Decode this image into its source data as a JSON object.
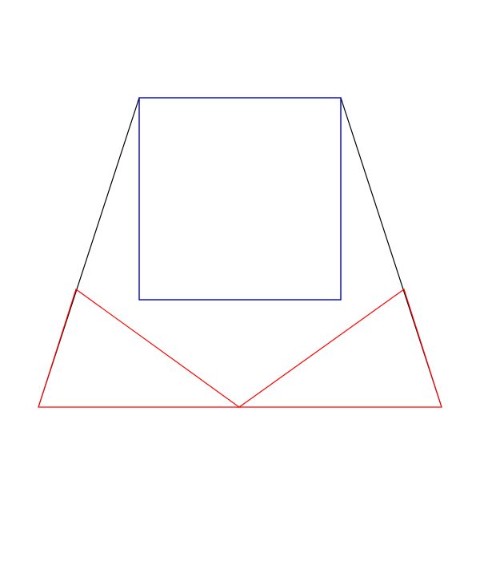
{
  "diagram": {
    "background": "#ffffff",
    "colors": {
      "outline": "#000000",
      "square": "#0000cc",
      "triangles": "#ff0000"
    },
    "shapes": [
      {
        "kind": "trapezoid-outline",
        "color_key": "outline"
      },
      {
        "kind": "square",
        "color_key": "square"
      },
      {
        "kind": "base-triangles",
        "color_key": "triangles"
      }
    ]
  }
}
